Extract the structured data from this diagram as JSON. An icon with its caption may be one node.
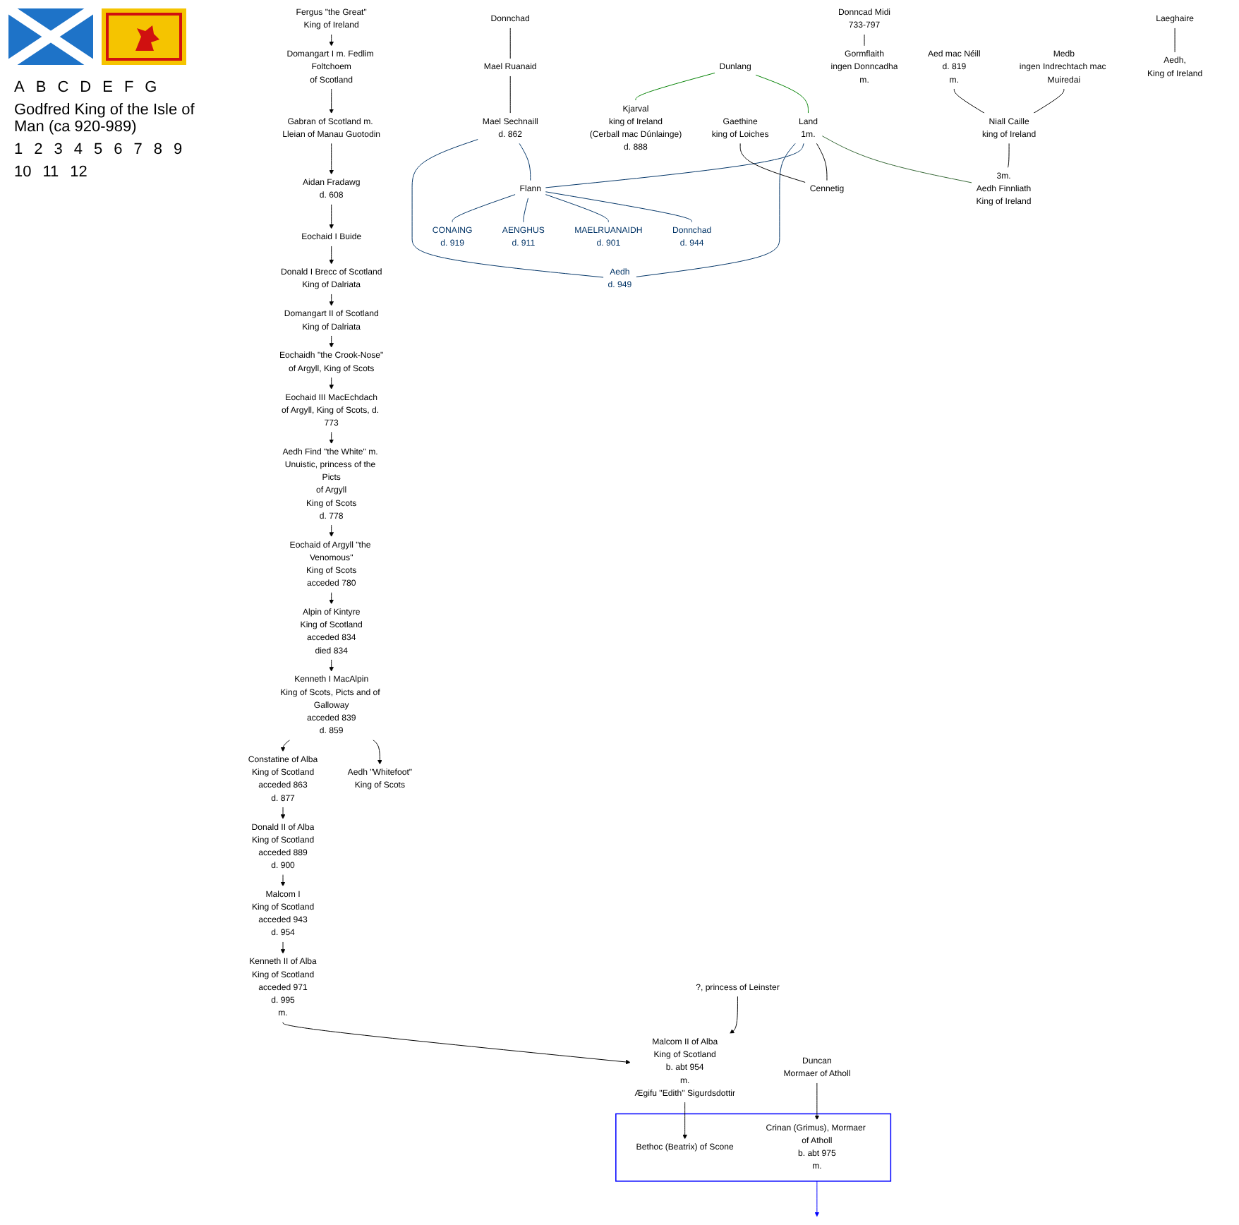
{
  "diagram": {
    "nodes": [
      {
        "text": [
          "Fergus \"the Great\"",
          "King of Ireland"
        ]
      },
      {
        "text": [
          "Domangart I m. Fedlim Foltchoem",
          "of Scotland"
        ]
      },
      {
        "text": [
          "Gabran of Scotland m. Lleian of Manau Guotodin"
        ]
      },
      {
        "text": [
          "Aidan Fradawg",
          "d. 608"
        ]
      },
      {
        "text": [
          "Eochaid I Buide"
        ]
      },
      {
        "text": [
          "Donald I Brecc of Scotland",
          "King of Dalriata"
        ]
      },
      {
        "text": [
          "Domangart II of Scotland",
          "King of Dalriata"
        ]
      },
      {
        "text": [
          "Eochaidh \"the Crook-Nose\"",
          "of Argyll, King of Scots"
        ]
      },
      {
        "text": [
          "Eochaid III MacEchdach",
          "of Argyll, King of Scots, d. 773"
        ]
      },
      {
        "text": [
          "Aedh Find \"the White\" m. Unuistic, princess of the Picts",
          "of Argyll",
          "King of Scots",
          "d. 778"
        ]
      },
      {
        "text": [
          "Eochaid of Argyll \"the Venomous\"",
          "King of Scots",
          "acceded 780"
        ]
      },
      {
        "text": [
          "Alpin of Kintyre",
          "King of Scotland",
          "acceded 834",
          "died 834"
        ]
      },
      {
        "text": [
          "Kenneth I MacAlpin",
          "King of Scots, Picts and of Galloway",
          "acceded 839",
          "d. 859"
        ]
      },
      {
        "text": [
          "Constatine of Alba",
          "King of Scotland",
          "acceded 863",
          "d. 877"
        ]
      },
      {
        "text": [
          "Aedh \"Whitefoot\"",
          "King of Scots"
        ]
      },
      {
        "text": [
          "Donald II of Alba",
          "King of Scotland",
          "acceded 889",
          "d. 900"
        ]
      },
      {
        "text": [
          "Malcom I",
          "King of Scotland",
          "acceded 943",
          "d. 954"
        ]
      },
      {
        "text": [
          "Kenneth II of Alba",
          "King of Scotland",
          "acceded 971",
          "d. 995",
          "m."
        ]
      },
      {
        "text": [
          "?, princess of Leinster"
        ]
      },
      {
        "text": [
          "Malcom II of Alba",
          "King of Scotland",
          "b. abt 954",
          "m.",
          "Ægifu \"Edith\" Sigurdsdottir"
        ]
      },
      {
        "text": [
          "Duncan",
          "Mormaer of Atholl"
        ]
      },
      {
        "text": [],
        "shape": "box"
      },
      {
        "text": [
          "Crinan (Grimus), Mormaer of Atholl",
          "b. abt 975",
          "m."
        ],
        "in": 21
      },
      {
        "text": [
          "Bethoc (Beatrix) of Scone"
        ],
        "in": 21
      },
      {
        "text": [
          "Kjarval",
          "king of Ireland",
          "(Cerball mac Dúnlainge)",
          "d. 888"
        ]
      },
      {
        "text": [
          "CONAING",
          "d. 919"
        ]
      },
      {
        "text": [
          "AENGHUS",
          "d. 911"
        ]
      },
      {
        "text": [
          "Aedh",
          "d. 949"
        ]
      },
      {
        "text": [
          "MAELRUANAIDH",
          "d. 901"
        ]
      },
      {
        "text": [
          "Donnchad"
        ]
      },
      {
        "text": [
          "Mael Ruanaid"
        ]
      },
      {
        "text": [
          "Mael Sechnaill",
          "d. 862"
        ]
      },
      {
        "text": [
          "Flann"
        ]
      },
      {
        "text": [
          "Donnchad",
          "d. 944"
        ]
      },
      {
        "text": [
          "Dunlang"
        ]
      },
      {
        "text": [
          "Land",
          "1m."
        ]
      },
      {
        "text": [
          "Gaethine",
          "king of Loiches"
        ]
      },
      {
        "text": [
          "Cennetig"
        ]
      },
      {
        "text": [
          "Donncad Midi",
          "733-797"
        ]
      },
      {
        "text": [
          "Gormflaith",
          "ingen Donncadha",
          "m."
        ]
      },
      {
        "text": [
          "Aed mac Néill",
          "d. 819",
          "m."
        ]
      },
      {
        "text": [
          "Medb",
          "ingen Indrechtach mac Muiredai"
        ]
      },
      {
        "text": [
          "Niall Caille",
          "king of Ireland"
        ]
      },
      {
        "text": [
          "3m.",
          "Aedh Finnliath",
          "King of Ireland"
        ]
      },
      {
        "text": [
          "Laeghaire"
        ]
      },
      {
        "text": [
          "Aedh,",
          "King of Ireland"
        ]
      }
    ],
    "edges": [
      {
        "from": 0,
        "to": 1,
        "arrow": "to"
      },
      {
        "from": 1,
        "to": 2,
        "arrow": "to"
      },
      {
        "from": 2,
        "to": 3,
        "arrow": "to"
      },
      {
        "from": 3,
        "to": 4,
        "arrow": "to"
      },
      {
        "from": 4,
        "to": 5,
        "arrow": "to"
      },
      {
        "from": 5,
        "to": 6,
        "arrow": "to"
      },
      {
        "from": 6,
        "to": 7,
        "arrow": "to"
      },
      {
        "from": 7,
        "to": 8,
        "arrow": "to"
      },
      {
        "from": 8,
        "to": 9,
        "arrow": "to"
      },
      {
        "from": 9,
        "to": 10,
        "arrow": "to"
      },
      {
        "from": 10,
        "to": 11,
        "arrow": "to"
      },
      {
        "from": 11,
        "to": 12,
        "arrow": "to"
      },
      {
        "from": 12,
        "to": 13,
        "arrow": "to"
      },
      {
        "from": 12,
        "to": 14,
        "arrow": "to"
      },
      {
        "from": 13,
        "to": 15,
        "arrow": "to"
      },
      {
        "from": 15,
        "to": 16,
        "arrow": "to"
      },
      {
        "from": 16,
        "to": 17,
        "arrow": "to"
      },
      {
        "from": 17,
        "to": 19,
        "arrow": "to"
      },
      {
        "from": 18,
        "to": 19,
        "arrow": "to"
      },
      {
        "from": 20,
        "to": 22,
        "arrow": "to"
      },
      {
        "from": 19,
        "to": 23,
        "arrow": "to"
      },
      {
        "from": 21,
        "to": null,
        "arrow": "to",
        "color": "#0000ff"
      },
      {
        "from": 29,
        "to": 30,
        "arrow": "none"
      },
      {
        "from": 30,
        "to": 31,
        "arrow": "none"
      },
      {
        "from": 34,
        "to": 24,
        "arrow": "none",
        "color": "#008000"
      },
      {
        "from": 34,
        "to": 35,
        "arrow": "none",
        "color": "#008000"
      },
      {
        "from": 31,
        "to": 27,
        "arrow": "none",
        "color": "#003366"
      },
      {
        "from": 31,
        "to": 32,
        "arrow": "none",
        "color": "#003366"
      },
      {
        "from": 35,
        "to": 27,
        "arrow": "none",
        "color": "#003366"
      },
      {
        "from": 35,
        "to": 32,
        "arrow": "none",
        "color": "#003366"
      },
      {
        "from": 32,
        "to": 25,
        "arrow": "none",
        "color": "#003366"
      },
      {
        "from": 32,
        "to": 26,
        "arrow": "none",
        "color": "#003366"
      },
      {
        "from": 32,
        "to": 28,
        "arrow": "none",
        "color": "#003366"
      },
      {
        "from": 32,
        "to": 33,
        "arrow": "none",
        "color": "#003366"
      },
      {
        "from": 35,
        "to": 37,
        "arrow": "none"
      },
      {
        "from": 36,
        "to": 37,
        "arrow": "none"
      },
      {
        "from": 35,
        "to": 43,
        "arrow": "none",
        "color": "#336633"
      },
      {
        "from": 38,
        "to": 39,
        "arrow": "none"
      },
      {
        "from": 40,
        "to": 42,
        "arrow": "none"
      },
      {
        "from": 41,
        "to": 42,
        "arrow": "none"
      },
      {
        "from": 42,
        "to": 43,
        "arrow": "none"
      },
      {
        "from": 44,
        "to": 45,
        "arrow": "none"
      }
    ],
    "labels": [
      "A",
      "B",
      "C",
      "D",
      "E",
      "F",
      "G",
      "Godfred King of the Isle of Man (ca 920-989)",
      "1",
      "2",
      "3",
      "4",
      "5",
      "6",
      "7",
      "8",
      "9",
      "10",
      "11",
      "12"
    ]
  }
}
